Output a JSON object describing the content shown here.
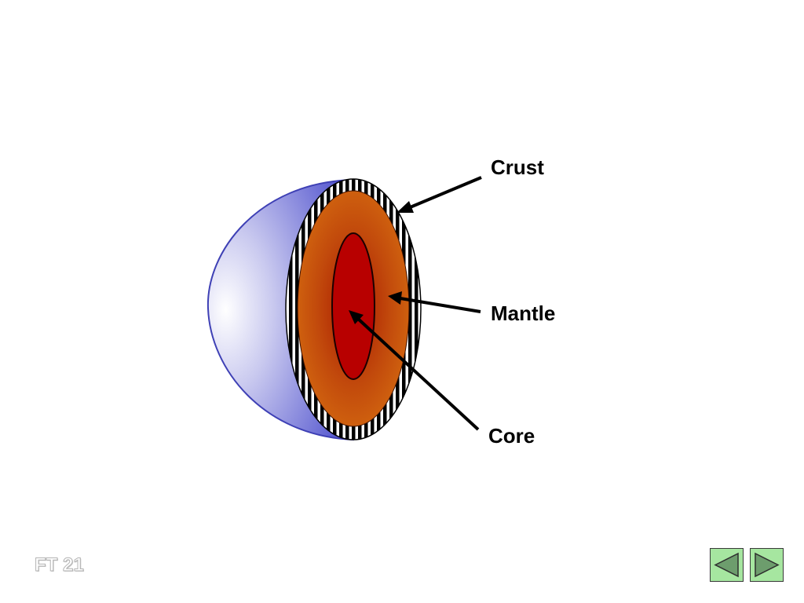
{
  "labels": {
    "crust": "Crust",
    "mantle": "Mantle",
    "core": "Core"
  },
  "footer": {
    "slide_id": "FT 21"
  },
  "navigation": {
    "prev_icon": "triangle-left-icon",
    "next_icon": "triangle-right-icon"
  },
  "colors": {
    "hemisphere_blue": "#5c5fd0",
    "mantle_orange": "#c95a10",
    "core_red": "#b80000",
    "nav_green": "#a6e6a0",
    "nav_triangle": "#6a9a6a"
  }
}
